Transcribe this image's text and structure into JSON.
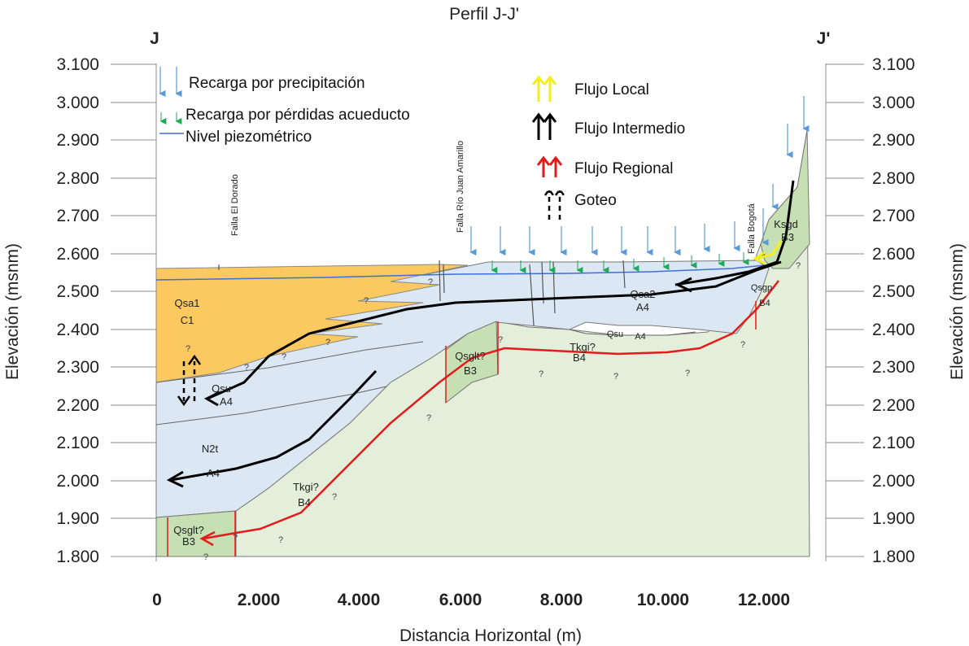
{
  "title": "Perfil J-J'",
  "profile": {
    "start": "J",
    "end": "J'"
  },
  "axes": {
    "xlabel": "Distancia Horizontal (m)",
    "ylabel_left": "Elevación (msnm)",
    "ylabel_right": "Elevación (msnm)",
    "x_ticks": [
      "0",
      "2.000",
      "4.000",
      "6.000",
      "8.000",
      "10.000",
      "12.000"
    ],
    "y_ticks": [
      "3.100",
      "3.000",
      "2.900",
      "2.800",
      "2.700",
      "2.600",
      "2.500",
      "2.400",
      "2.300",
      "2.200",
      "2.100",
      "2.000",
      "1.900",
      "1.800"
    ]
  },
  "legend_left": {
    "recarga_precipitacion": "Recarga por precipitación",
    "recarga_acueducto": "Recarga por pérdidas acueducto",
    "nivel_piezometrico": "Nivel piezométrico"
  },
  "legend_right": {
    "flujo_local": "Flujo Local",
    "flujo_intermedio": "Flujo Intermedio",
    "flujo_regional": "Flujo Regional",
    "goteo": "Goteo"
  },
  "faults": {
    "el_dorado": "Falla El Dorado",
    "rio_juan_amarillo": "Falla Río Juan Amarillo",
    "bogota": "Falla Bogotá"
  },
  "units": {
    "qsa1": "Qsa1",
    "c1": "C1",
    "qsu_left": "Qsu",
    "qsu_left_code": "A4",
    "n2t": "N2t",
    "n2t_code": "A4",
    "qsa2": "Qsa2",
    "qsa2_code": "A4",
    "qsu_mid": "Qsu",
    "qsu_mid_code": "A4",
    "tkgi_right": "Tkgi?",
    "tkgi_right_code": "B4",
    "tkgi_left": "Tkgi?",
    "tkgi_left_code": "B4",
    "qsglt_mid": "Qsglt?",
    "qsglt_mid_code": "B3",
    "qsglt_left": "Qsglt?",
    "qsglt_left_code": "B3",
    "ksgd": "Ksgd",
    "ksgd_code": "B3",
    "qsgp": "Qsgp",
    "qsgp_code": "B4",
    "question": "?"
  },
  "colors": {
    "qsa1_fill": "#fcc860",
    "alluvial_fill": "#dbe7f3",
    "tkgi_fill": "#e3efda",
    "qsglt_fill": "#c6dfb3",
    "piezometric_line": "#3f6fd6",
    "precip_arrow": "#5b9bd5",
    "acueducto_arrow": "#1faa59",
    "flujo_local": "#f2ef1b",
    "flujo_intermedio": "#000000",
    "flujo_regional": "#e21b1b",
    "frame": "#8c8c8c"
  }
}
